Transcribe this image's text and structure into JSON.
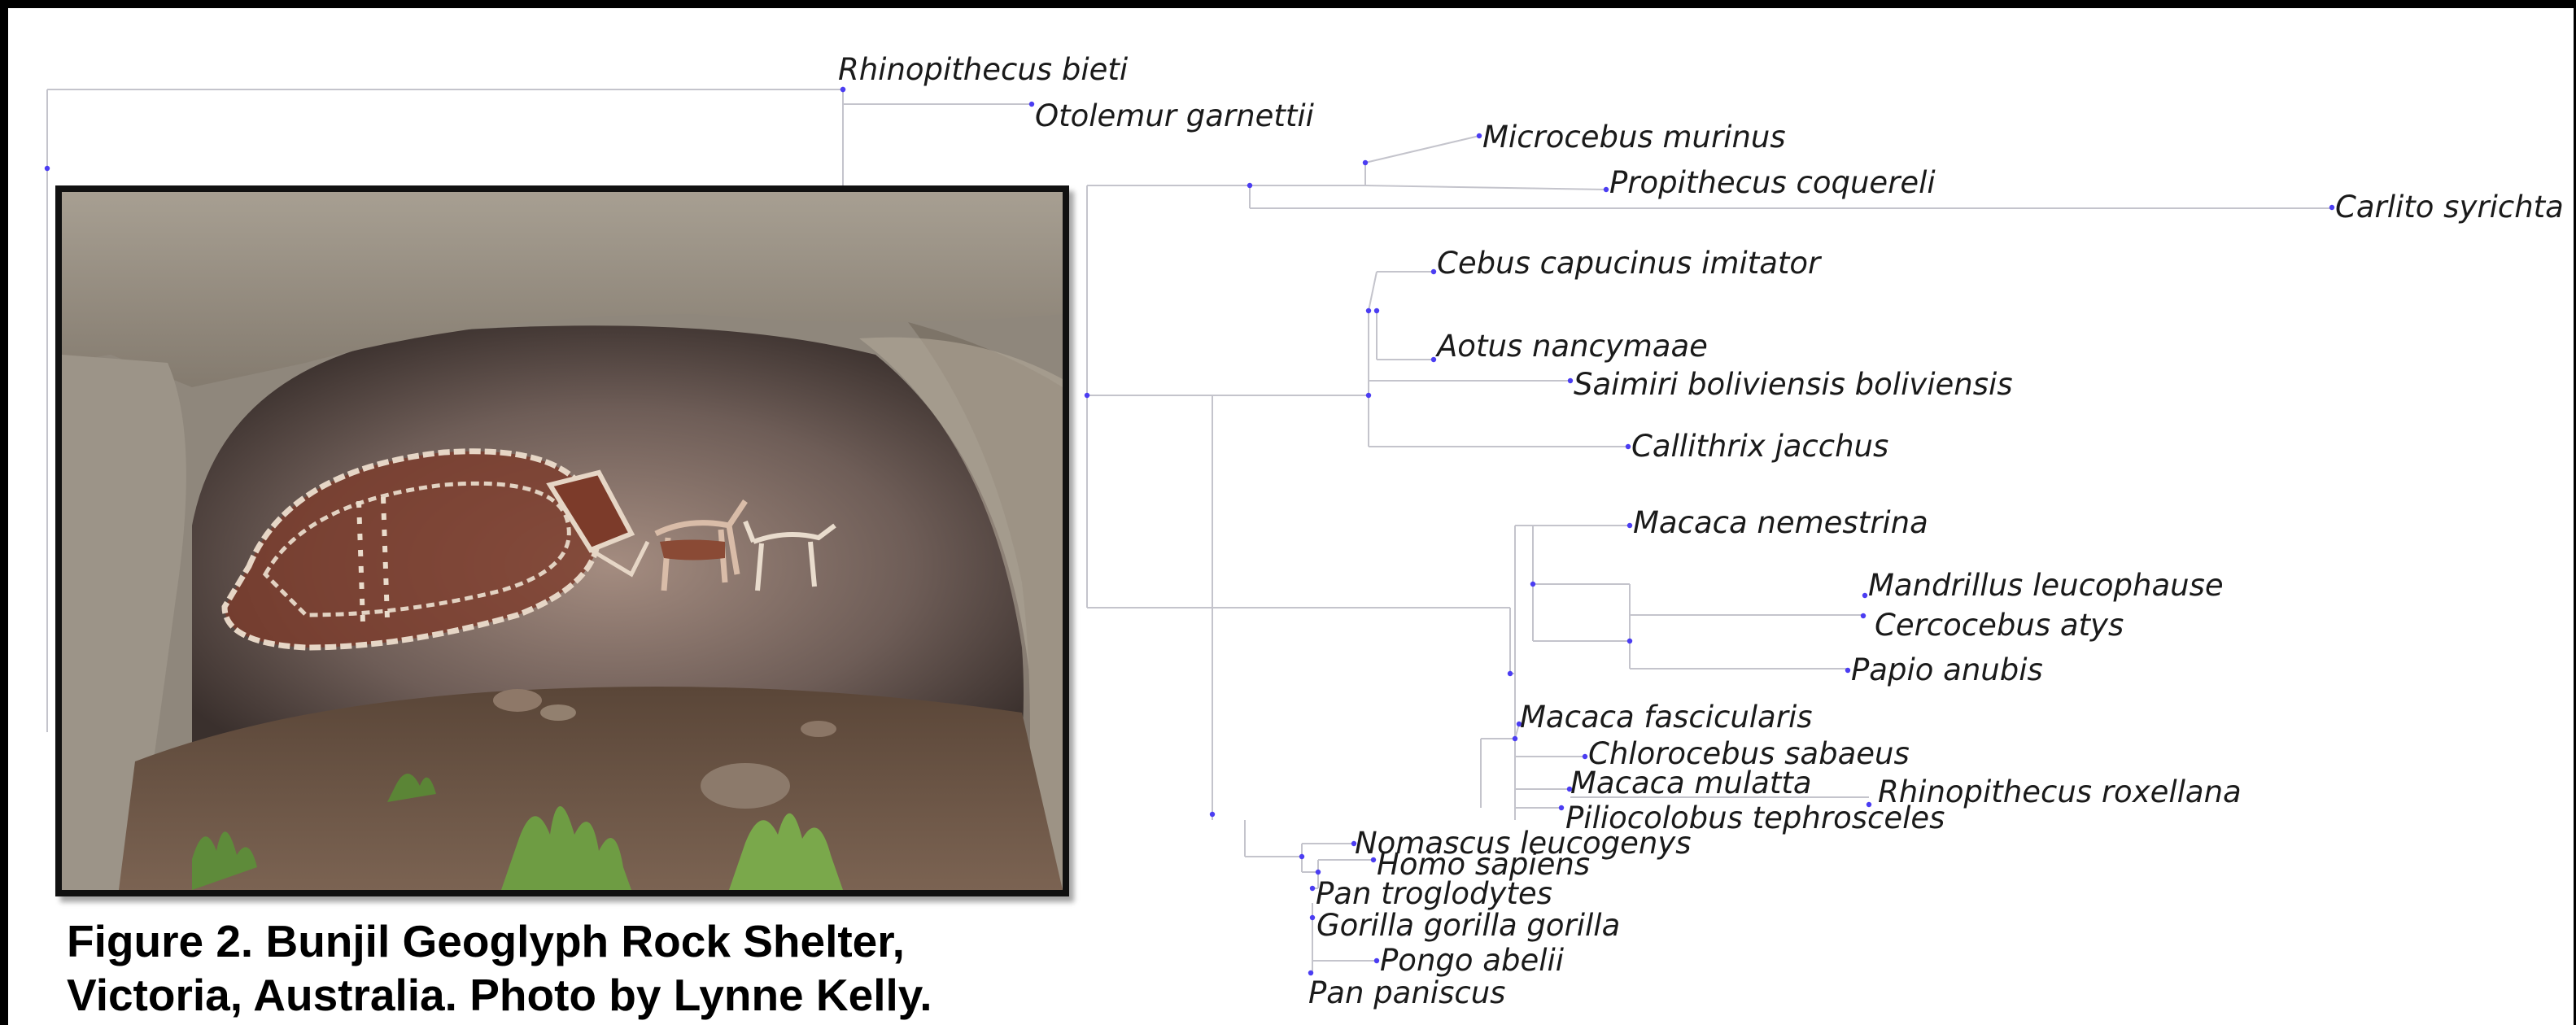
{
  "tree": {
    "taxa": [
      "Rhinopithecus bieti",
      "Otolemur garnettii",
      "Microcebus murinus",
      "Propithecus coquereli",
      "Carlito syrichta",
      "Cebus capucinus imitator",
      "Aotus nancymaae",
      "Saimiri boliviensis boliviensis",
      "Callithrix jacchus",
      "Macaca nemestrina",
      "Mandrillus leucophause",
      "Cercocebus atys",
      "Papio anubis",
      "Macaca fascicularis",
      "Chlorocebus sabaeus",
      "Macaca mulatta",
      "Rhinopithecus roxellana",
      "Piliocolobus tephrosceles",
      "Nomascus leucogenys",
      "Homo sapiens",
      "Pan troglodytes",
      "Gorilla gorilla gorilla",
      "Pongo abelii",
      "Pan paniscus"
    ],
    "colors": {
      "branch": "#c4c4cc",
      "node": "#4b3df2"
    }
  },
  "figure": {
    "caption_line1": "Figure 2. Bunjil Geoglyph Rock Shelter,",
    "caption_line2": "Victoria, Australia. Photo by Lynne Kelly.",
    "photo_subject": "rock shelter with painted ochre Bunjil figure and two dogs"
  }
}
